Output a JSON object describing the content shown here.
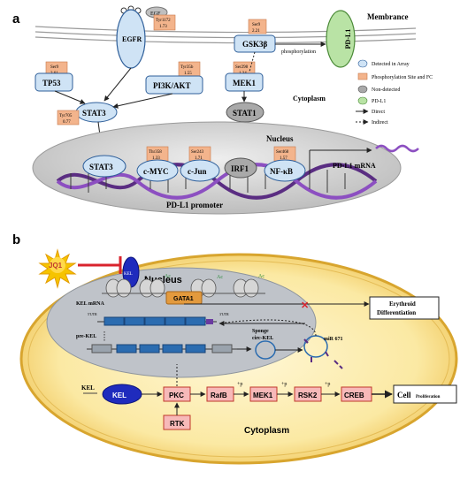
{
  "panel_a": {
    "label": "a",
    "membrane": "Membrance",
    "cytoplasm": "Cytoplasm",
    "nucleus": "Nucleus",
    "egf": "EGF",
    "egfr": "EGFR",
    "pdl1": "PD-L1",
    "gsk3b": "GSK3β",
    "phosphorylation": "phosphorylation",
    "tp53": "TP53",
    "pi3k": "PI3K/AKT",
    "mek1": "MEK1",
    "stat3": "STAT3",
    "stat1": "STAT1",
    "irf1": "IRF1",
    "cmyc": "c-MYC",
    "cjun": "c-Jun",
    "nfkb": "NF-κB",
    "promoter": "PD-L1 promoter",
    "mrna": "PD-L1 mRNA",
    "sites": {
      "egfr_site": "Tyr1172",
      "egfr_fc": "1.73",
      "gsk_site": "Ser9",
      "gsk_fc": "2.21",
      "tp53_site": "Ser9",
      "tp53_fc": "2.61",
      "pi3k_site": "Tyr35b",
      "pi3k_fc": "1.55",
      "mek_site": "Ser298",
      "mek_fc": "1.34",
      "stat3_site": "Tyr705",
      "stat3_fc": "0.77",
      "cmyc_site": "Thr358",
      "cmyc_fc": "1.33",
      "cjun_site": "Ser243",
      "cjun_fc": "1.71",
      "nfkb_site": "Ser468",
      "nfkb_fc": "1.57"
    },
    "legend": [
      {
        "label": "Detected in Array",
        "color": "#cfe3f5"
      },
      {
        "label": "Phosphorylation Site and FC",
        "color": "#f3b48c"
      },
      {
        "label": "Non-detected",
        "color": "#a9a9a9"
      },
      {
        "label": "PD-L1",
        "color": "#b9e3a5"
      }
    ],
    "legend_direct": "Direct",
    "legend_indirect": "Indirect"
  },
  "panel_b": {
    "label": "b",
    "jq1": "JQ1",
    "kel": "KEL",
    "nucleus": "Nucleus",
    "gata1": "GATA1",
    "ac": "Ac",
    "kel_mrna": "KEL mRNA",
    "pre_kel": "pre-KEL",
    "circ_kel": "circ-KEL",
    "sponge": "Sponge",
    "mir": "miR 671",
    "utr5": "5'UTR",
    "utr3": "3'UTR",
    "erythroid_1": "Erythroid",
    "erythroid_2": "Differentiation",
    "kel_left": "KEL",
    "kel_oval": "KEL",
    "pkc": "PKC",
    "rafb": "RafB",
    "mek1": "MEK1",
    "rsk2": "RSK2",
    "creb": "CREB",
    "rtk": "RTK",
    "p": "+p",
    "cell_pro_1": "Cell",
    "cell_pro_2": "Proliferation",
    "cytoplasm": "Cytoplasm"
  }
}
